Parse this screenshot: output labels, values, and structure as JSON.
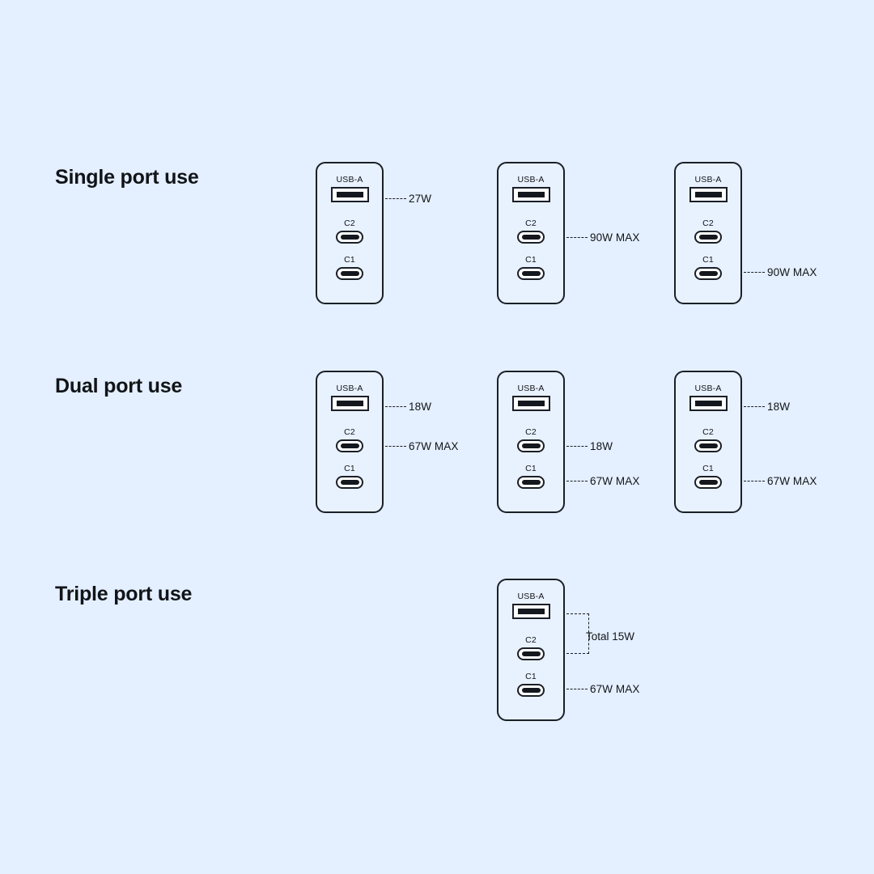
{
  "page": {
    "background_color": "#e4efff",
    "line_color": "#1a1f27",
    "text_color": "#111418"
  },
  "port_labels": {
    "usba": "USB-A",
    "c2": "C2",
    "c1": "C1"
  },
  "sections": [
    {
      "title": "Single port use",
      "units": [
        {
          "leaders": [
            {
              "port": "usba",
              "value": "27W"
            }
          ]
        },
        {
          "leaders": [
            {
              "port": "c2",
              "value": "90W MAX"
            }
          ]
        },
        {
          "leaders": [
            {
              "port": "c1",
              "value": "90W MAX"
            }
          ]
        }
      ]
    },
    {
      "title": "Dual port use",
      "units": [
        {
          "leaders": [
            {
              "port": "usba",
              "value": "18W"
            },
            {
              "port": "c2",
              "value": "67W MAX"
            }
          ]
        },
        {
          "leaders": [
            {
              "port": "c2",
              "value": "18W"
            },
            {
              "port": "c1",
              "value": "67W MAX"
            }
          ]
        },
        {
          "leaders": [
            {
              "port": "usba",
              "value": "18W"
            },
            {
              "port": "c1",
              "value": "67W MAX"
            }
          ]
        }
      ]
    },
    {
      "title": "Triple port use",
      "units": [
        {
          "bracket": {
            "label": "Total 15W",
            "spans": [
              "usba",
              "c2"
            ]
          },
          "leaders": [
            {
              "port": "c1",
              "value": "67W MAX"
            }
          ]
        }
      ]
    }
  ]
}
